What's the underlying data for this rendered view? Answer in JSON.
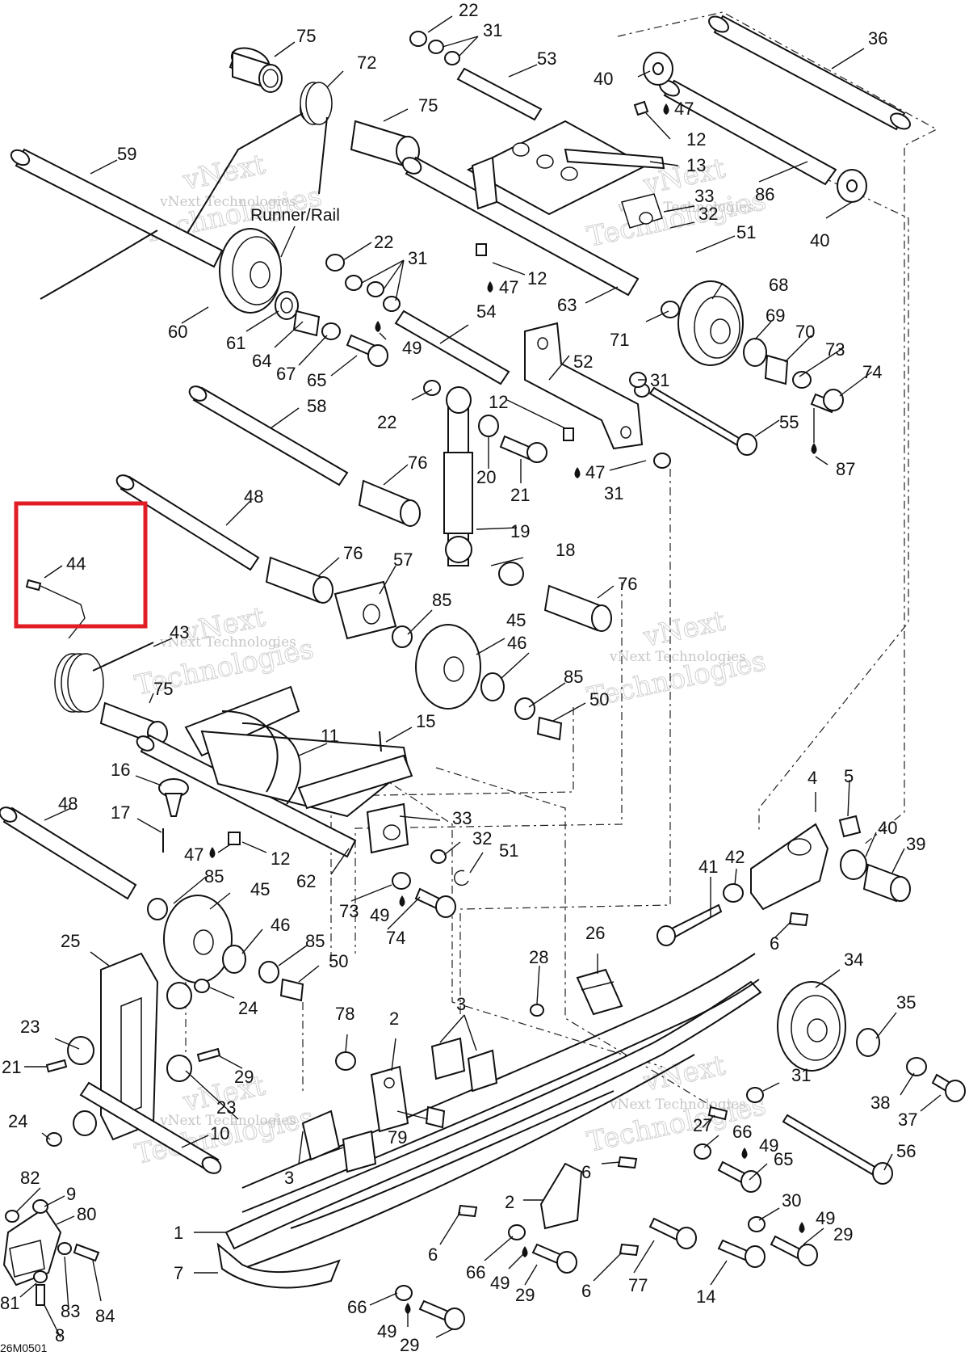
{
  "header_label": "Runner/Rail",
  "drawing_code": "26M0501",
  "watermark": {
    "small": "vNext Technologies",
    "big": "Technologies",
    "big_prefix": "vNext"
  },
  "highlight": {
    "part": "44",
    "color": "#e11d26"
  },
  "callouts": [
    "22",
    "31",
    "75",
    "72",
    "53",
    "36",
    "40",
    "47",
    "12",
    "13",
    "59",
    "75",
    "86",
    "33",
    "32",
    "51",
    "40",
    "22",
    "31",
    "60",
    "61",
    "64",
    "67",
    "65",
    "49",
    "12",
    "47",
    "63",
    "54",
    "71",
    "68",
    "69",
    "70",
    "73",
    "74",
    "31",
    "52",
    "55",
    "87",
    "58",
    "22",
    "12",
    "20",
    "21",
    "47",
    "31",
    "76",
    "48",
    "44",
    "76",
    "57",
    "19",
    "18",
    "76",
    "85",
    "45",
    "46",
    "85",
    "50",
    "43",
    "75",
    "15",
    "11",
    "16",
    "17",
    "47",
    "12",
    "33",
    "32",
    "51",
    "62",
    "73",
    "49",
    "74",
    "48",
    "85",
    "45",
    "46",
    "85",
    "50",
    "4",
    "5",
    "40",
    "39",
    "41",
    "42",
    "6",
    "25",
    "24",
    "23",
    "21",
    "28",
    "26",
    "34",
    "35",
    "29",
    "23",
    "78",
    "2",
    "3",
    "31",
    "38",
    "37",
    "24",
    "10",
    "79",
    "27",
    "66",
    "49",
    "65",
    "56",
    "3",
    "82",
    "9",
    "80",
    "6",
    "2",
    "30",
    "49",
    "29",
    "1",
    "6",
    "66",
    "49",
    "29",
    "6",
    "77",
    "14",
    "7",
    "66",
    "49",
    "29",
    "81",
    "83",
    "84",
    "8"
  ]
}
